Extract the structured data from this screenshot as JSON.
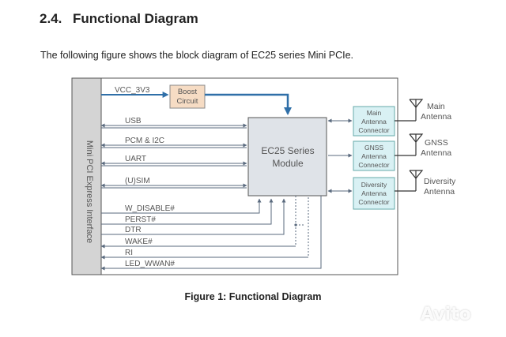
{
  "section": {
    "number": "2.4.",
    "title": "Functional Diagram"
  },
  "intro_text": "The following figure shows the block diagram of EC25 series Mini PCIe.",
  "diagram": {
    "interface_label": "Mini PCI Express Interface",
    "vcc_label": "VCC_3V3",
    "boost_line1": "Boost",
    "boost_line2": "Circuit",
    "module_line1": "EC25 Series",
    "module_line2": "Module",
    "bus_signals": {
      "usb": "USB",
      "pcm": "PCM & I2C",
      "uart": "UART",
      "usim": "(U)SIM"
    },
    "control_signals": {
      "w_disable": "W_DISABLE#",
      "perst": "PERST#",
      "dtr": "DTR",
      "wake": "WAKE#",
      "ri": "RI",
      "led": "LED_WWAN#"
    },
    "connectors": {
      "main": [
        "Main",
        "Antenna",
        "Connector"
      ],
      "gnss": [
        "GNSS",
        "Antenna",
        "Connector"
      ],
      "diversity": [
        "Diversity",
        "Antenna",
        "Connector"
      ]
    },
    "antennas": {
      "main": [
        "Main",
        "Antenna"
      ],
      "gnss": [
        "GNSS",
        "Antenna"
      ],
      "diversity": [
        "Diversity",
        "Antenna"
      ]
    },
    "colors": {
      "line": "#4a5a6e",
      "accent": "#2f6fa8",
      "boost_fill": "#f6dcc4",
      "connector_fill": "#d9f1f4",
      "module_fill": "#dfe3e8",
      "interface_fill": "#d4d4d4"
    }
  },
  "caption": "Figure 1: Functional Diagram",
  "watermark": "Avito"
}
